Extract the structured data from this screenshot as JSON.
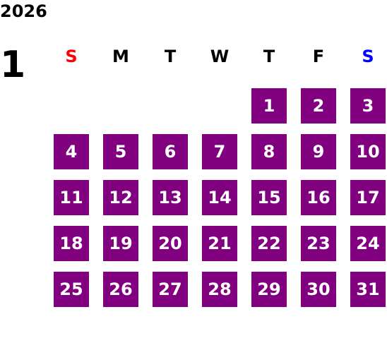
{
  "calendar": {
    "year": "2026",
    "month": "1",
    "weekdays": [
      {
        "label": "S",
        "color": "#ff0000"
      },
      {
        "label": "M",
        "color": "#000000"
      },
      {
        "label": "T",
        "color": "#000000"
      },
      {
        "label": "W",
        "color": "#000000"
      },
      {
        "label": "T",
        "color": "#000000"
      },
      {
        "label": "F",
        "color": "#000000"
      },
      {
        "label": "S",
        "color": "#0000ff"
      }
    ],
    "first_weekday_index": 4,
    "days": [
      "1",
      "2",
      "3",
      "4",
      "5",
      "6",
      "7",
      "8",
      "9",
      "10",
      "11",
      "12",
      "13",
      "14",
      "15",
      "16",
      "17",
      "18",
      "19",
      "20",
      "21",
      "22",
      "23",
      "24",
      "25",
      "26",
      "27",
      "28",
      "29",
      "30",
      "31"
    ],
    "day_background": "#800080",
    "day_text_color": "#ffffff"
  }
}
